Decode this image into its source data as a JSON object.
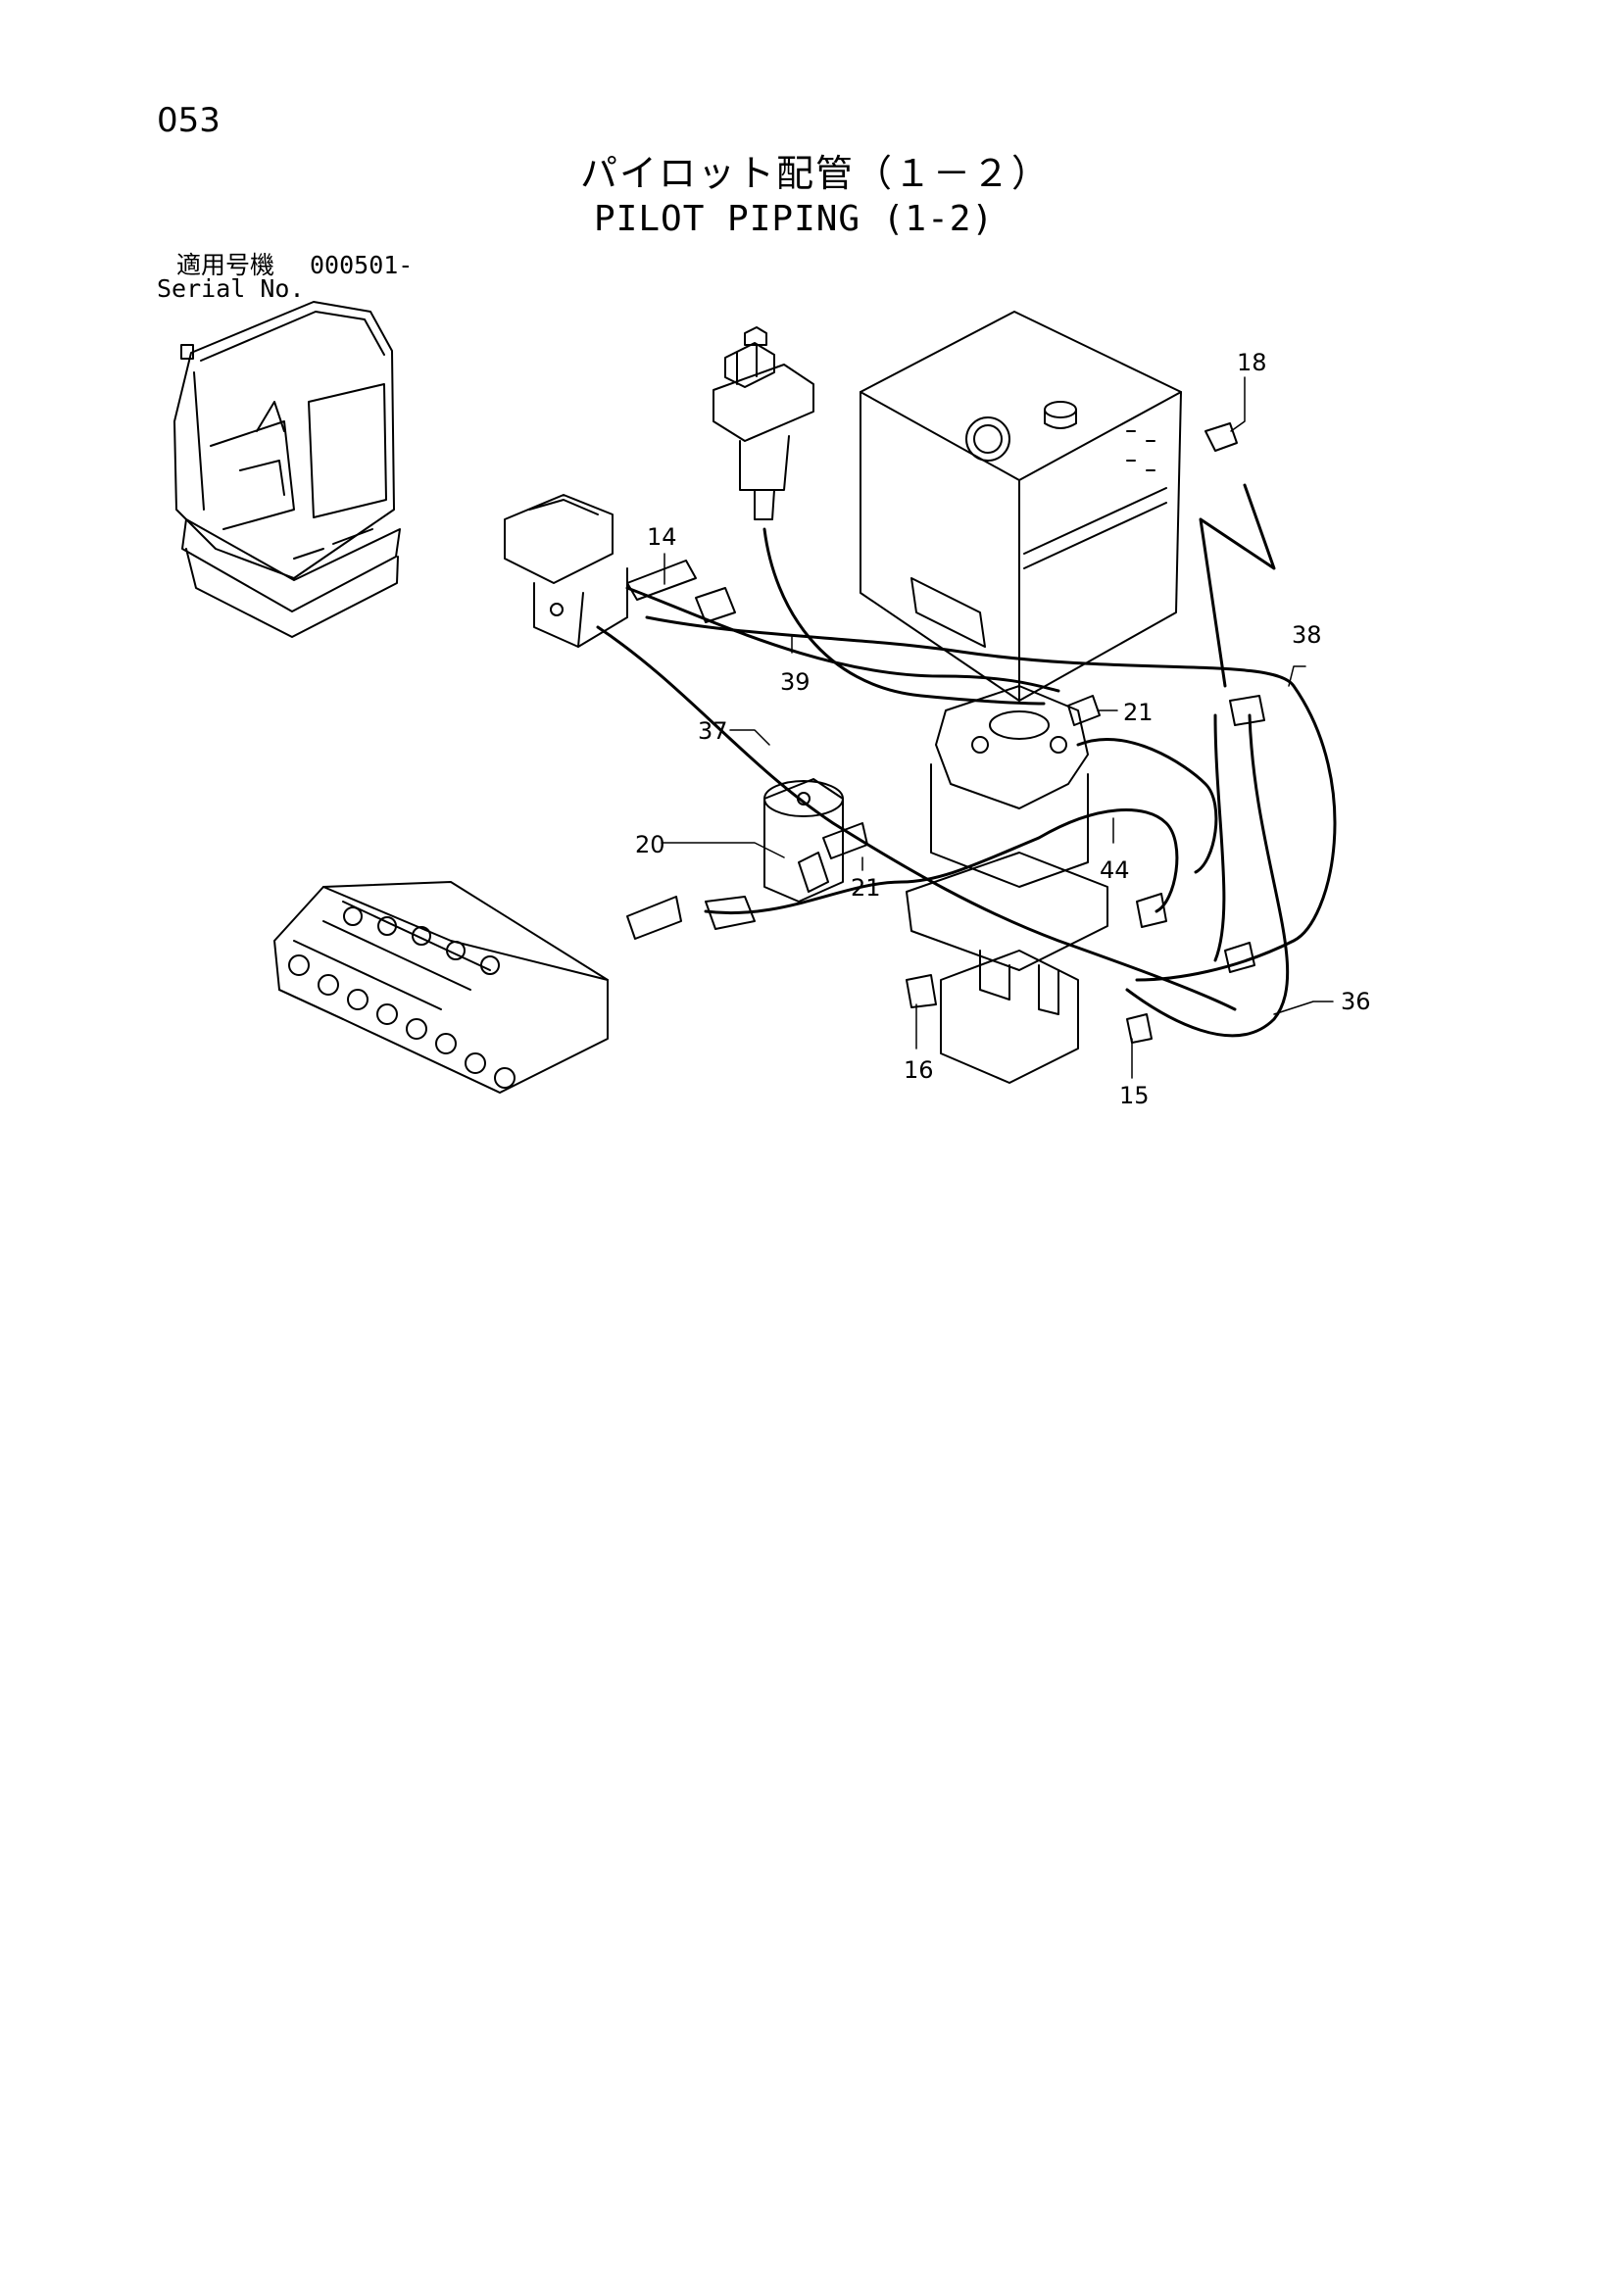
{
  "header": {
    "page_number": "053",
    "title_jp": "パイロット配管（１－２）",
    "title_en": "PILOT PIPING (1-2)",
    "serial_label_jp": "適用号機",
    "serial_number": "000501-",
    "serial_label_en": "Serial No."
  },
  "callouts": [
    "18",
    "14",
    "38",
    "39",
    "21",
    "37",
    "20",
    "21",
    "44",
    "36",
    "16",
    "15"
  ]
}
